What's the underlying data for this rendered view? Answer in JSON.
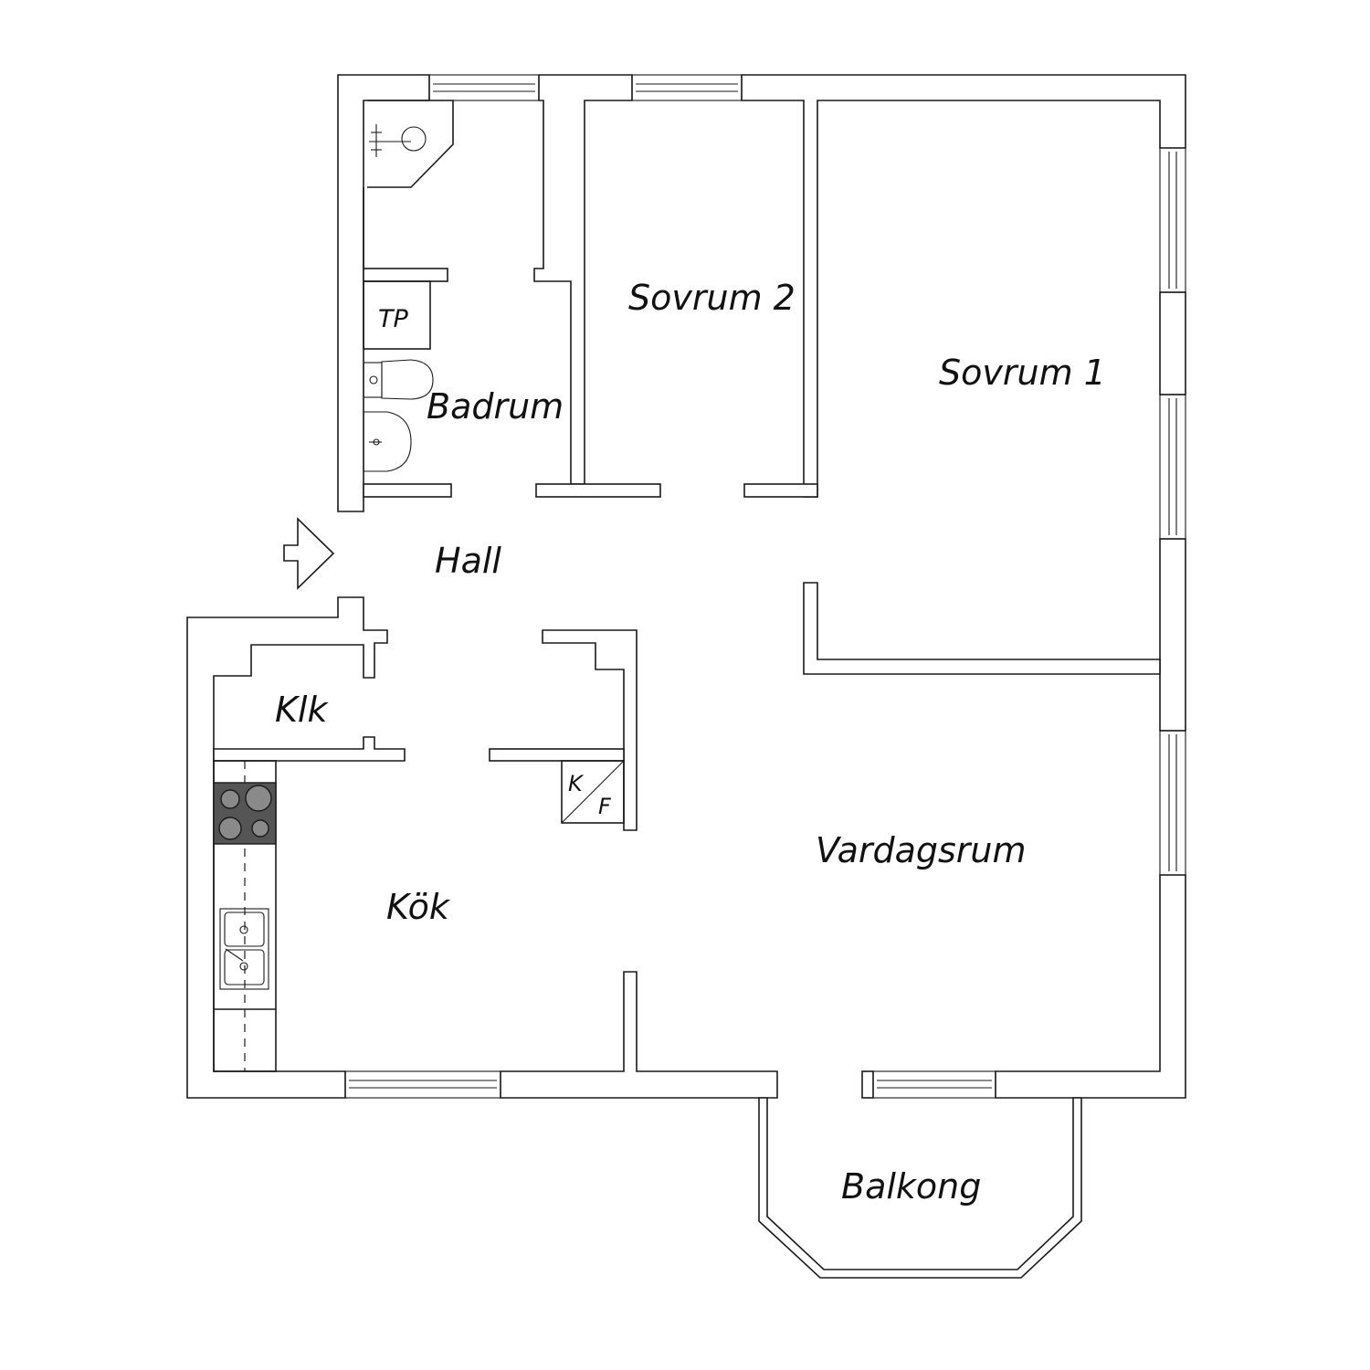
{
  "rooms": {
    "sovrum2": "Sovrum 2",
    "sovrum1": "Sovrum 1",
    "badrum": "Badrum",
    "tp": "TP",
    "hall": "Hall",
    "klk": "Klk",
    "kok": "Kök",
    "vardagsrum": "Vardagsrum",
    "balkong": "Balkong"
  },
  "fixtures": {
    "fridge_k": "K",
    "fridge_f": "F"
  },
  "colors": {
    "wall_stroke": "#1a1a1a",
    "stove_fill": "#555555",
    "background": "#ffffff"
  }
}
